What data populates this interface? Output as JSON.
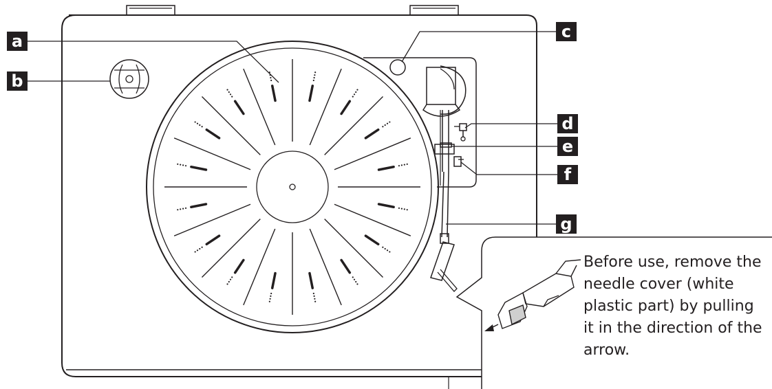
{
  "labels": [
    "a",
    "b",
    "c",
    "d",
    "e",
    "f",
    "g"
  ],
  "callout": {
    "lines": [
      "Before use, remove the",
      "needle cover (white",
      "plastic part) by pulling",
      "it in the direction of the",
      "arrow."
    ]
  },
  "colors": {
    "ink": "#231f20",
    "label_bg": "#231f20",
    "label_text": "#ffffff",
    "paper": "#ffffff"
  }
}
